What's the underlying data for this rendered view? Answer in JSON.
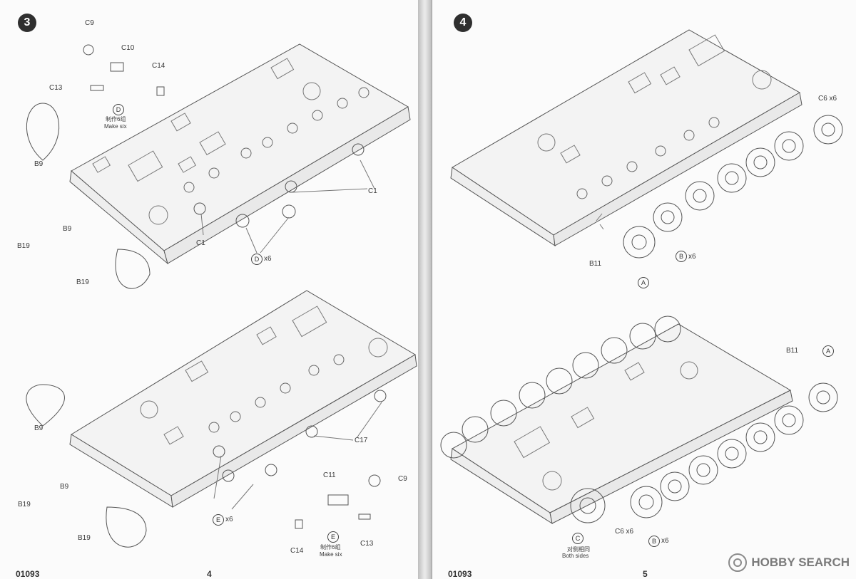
{
  "left_page": {
    "step": "3",
    "page_number": "4",
    "code": "01093",
    "labels": {
      "c9": "C9",
      "c10": "C10",
      "c14": "C14",
      "c13": "C13",
      "c1": "C1",
      "b9": "B9",
      "b19": "B19",
      "c17": "C17",
      "c11": "C11"
    },
    "sub_d": {
      "letter": "D",
      "chinese": "制作6组",
      "english": "Make six"
    },
    "sub_e": {
      "letter": "E",
      "chinese": "制作6组",
      "english": "Make six"
    },
    "qty_x6": "x6"
  },
  "right_page": {
    "step": "4",
    "page_number": "5",
    "code": "01093",
    "labels": {
      "c6x6": "C6 x6",
      "b11": "B11",
      "a": "A",
      "b": "B",
      "x6": "x6",
      "c": "C"
    },
    "both_sides": {
      "chinese": "对侧相同",
      "english": "Both sides"
    }
  },
  "watermark": {
    "text": "HOBBY SEARCH"
  }
}
